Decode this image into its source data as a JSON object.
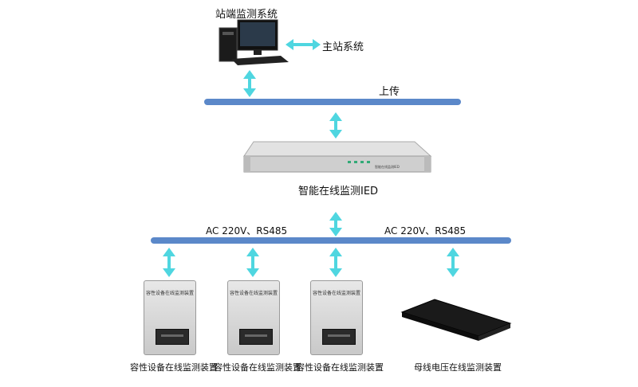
{
  "top": {
    "station_label": "站端监测系统",
    "master_label": "主站系统",
    "upload_label": "上传"
  },
  "ied": {
    "label": "智能在线监测IED",
    "front_text": "智能在线监测IED"
  },
  "bus2": {
    "left_label": "AC 220V、RS485",
    "right_label": "AC 220V、RS485"
  },
  "devices": [
    {
      "label": "容性设备在线监测装置",
      "box_title": "容性设备在线监测装置"
    },
    {
      "label": "容性设备在线监测装置",
      "box_title": "容性设备在线监测装置"
    },
    {
      "label": "容性设备在线监测装置",
      "box_title": "容性设备在线监测装置"
    },
    {
      "label": "母线电压在线监测装置"
    }
  ],
  "colors": {
    "arrow": "#4fd6e0",
    "bus": "#5b88c9"
  }
}
